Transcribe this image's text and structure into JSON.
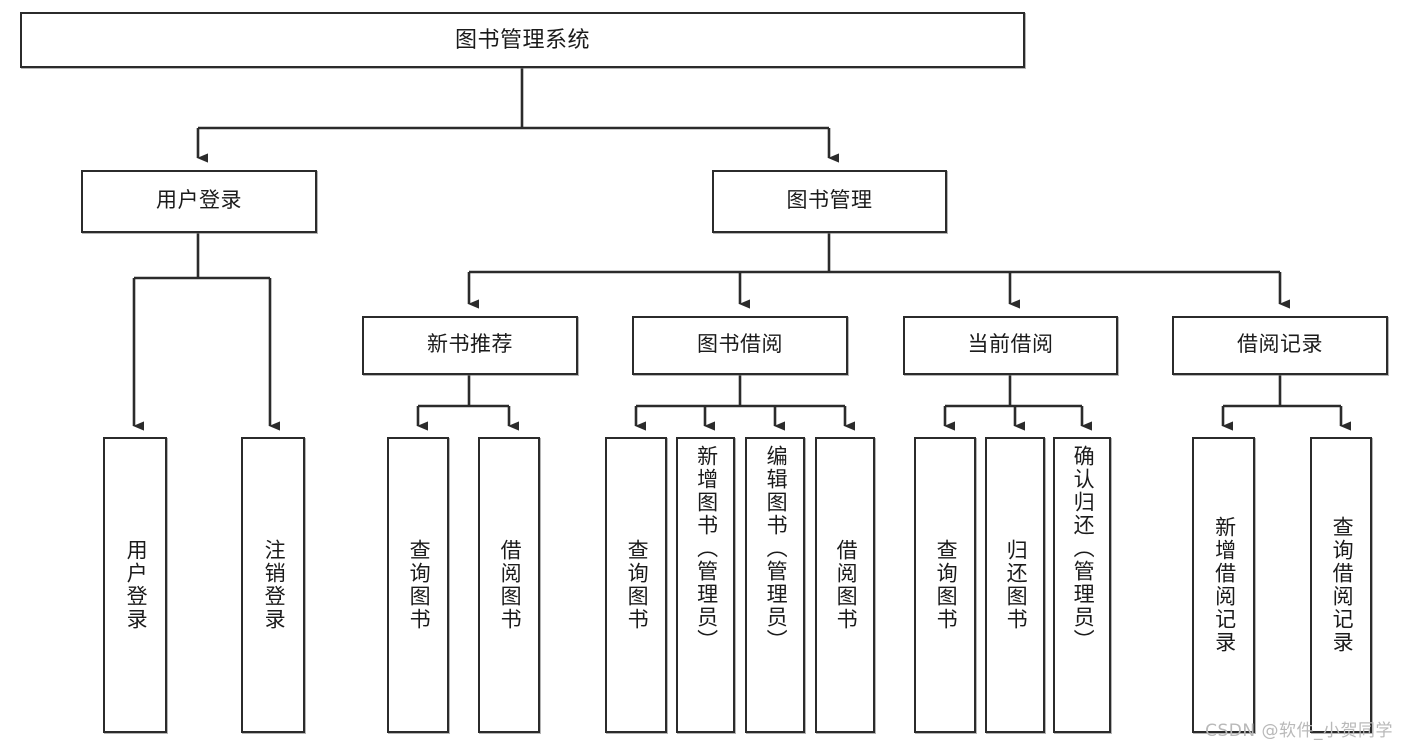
{
  "diagram": {
    "title": "图书管理系统",
    "type": "hierarchy-tree",
    "levels": 4,
    "root": {
      "id": "root",
      "label": "图书管理系统"
    },
    "level2": [
      {
        "id": "user-login",
        "label": "用户登录"
      },
      {
        "id": "book-manage",
        "label": "图书管理"
      }
    ],
    "level3": [
      {
        "id": "new-book-rec",
        "label": "新书推荐",
        "parent": "book-manage"
      },
      {
        "id": "book-borrow",
        "label": "图书借阅",
        "parent": "book-manage"
      },
      {
        "id": "current-borrow",
        "label": "当前借阅",
        "parent": "book-manage"
      },
      {
        "id": "borrow-record",
        "label": "借阅记录",
        "parent": "book-manage"
      }
    ],
    "leaves": [
      {
        "id": "leaf-user-login",
        "label": "用户登录",
        "parent": "user-login"
      },
      {
        "id": "leaf-user-logout",
        "label": "注销登录",
        "parent": "user-login"
      },
      {
        "id": "leaf-rec-query",
        "label": "查询图书",
        "parent": "new-book-rec"
      },
      {
        "id": "leaf-rec-borrow",
        "label": "借阅图书",
        "parent": "new-book-rec"
      },
      {
        "id": "leaf-bb-query",
        "label": "查询图书",
        "parent": "book-borrow"
      },
      {
        "id": "leaf-bb-add",
        "label": "新增图书（管理员）",
        "parent": "book-borrow"
      },
      {
        "id": "leaf-bb-edit",
        "label": "编辑图书（管理员）",
        "parent": "book-borrow"
      },
      {
        "id": "leaf-bb-borrow",
        "label": "借阅图书",
        "parent": "book-borrow"
      },
      {
        "id": "leaf-cb-query",
        "label": "查询图书",
        "parent": "current-borrow"
      },
      {
        "id": "leaf-cb-return",
        "label": "归还图书",
        "parent": "current-borrow"
      },
      {
        "id": "leaf-cb-confirm",
        "label": "确认归还（管理员）",
        "parent": "current-borrow"
      },
      {
        "id": "leaf-br-add",
        "label": "新增借阅记录",
        "parent": "borrow-record"
      },
      {
        "id": "leaf-br-query",
        "label": "查询借阅记录",
        "parent": "borrow-record"
      }
    ]
  },
  "watermark": {
    "text": "CSDN @软件_小贺同学"
  },
  "colors": {
    "box_border": "#2b2b2b",
    "box_fill": "#ffffff",
    "text": "#1b1b1b",
    "line": "#2b2b2b",
    "watermark": "#b9b9b9",
    "background": "#ffffff"
  }
}
